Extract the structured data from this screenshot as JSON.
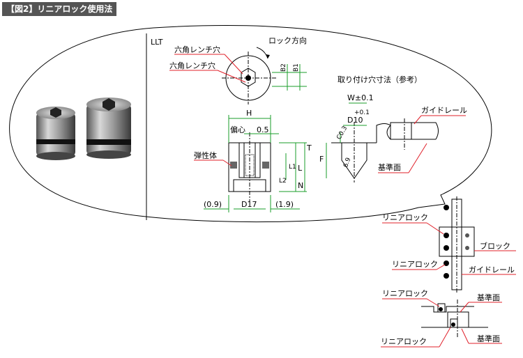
{
  "title": "【図2】リニアロック使用法",
  "model": "LLT",
  "top_view": {
    "hex_label_1": "六角レンチ穴",
    "hex_label_2": "六角レンチ穴",
    "lock_dir": "ロック方向",
    "b2": "B2",
    "b1": "B1"
  },
  "side_view": {
    "h": "H",
    "offset": "偏心",
    "offset_val": "0.5",
    "elastic": "弾性体",
    "t": "T",
    "l1": "L1",
    "l": "L",
    "n": "N",
    "l2": "L2",
    "left_gap": "(0.9)",
    "d17": "D17",
    "right_gap": "(1.9)"
  },
  "mount": {
    "heading": "取り付け穴寸法（参考）",
    "w": "W±0.1",
    "plus": "+0.1",
    "d10": "D10",
    "c": "C0.3",
    "f": "F",
    "angle": "6.9",
    "guide_rail": "ガイドレール",
    "ref_plane": "基準面"
  },
  "usage": {
    "linear_lock_1": "リニアロック",
    "block": "ブロック",
    "linear_lock_2": "リニアロック",
    "guide_rail": "ガイドレール",
    "linear_lock_3": "リニアロック",
    "ref_plane_1": "基準面",
    "linear_lock_4": "リニアロック",
    "ref_plane_2": "基準面"
  }
}
